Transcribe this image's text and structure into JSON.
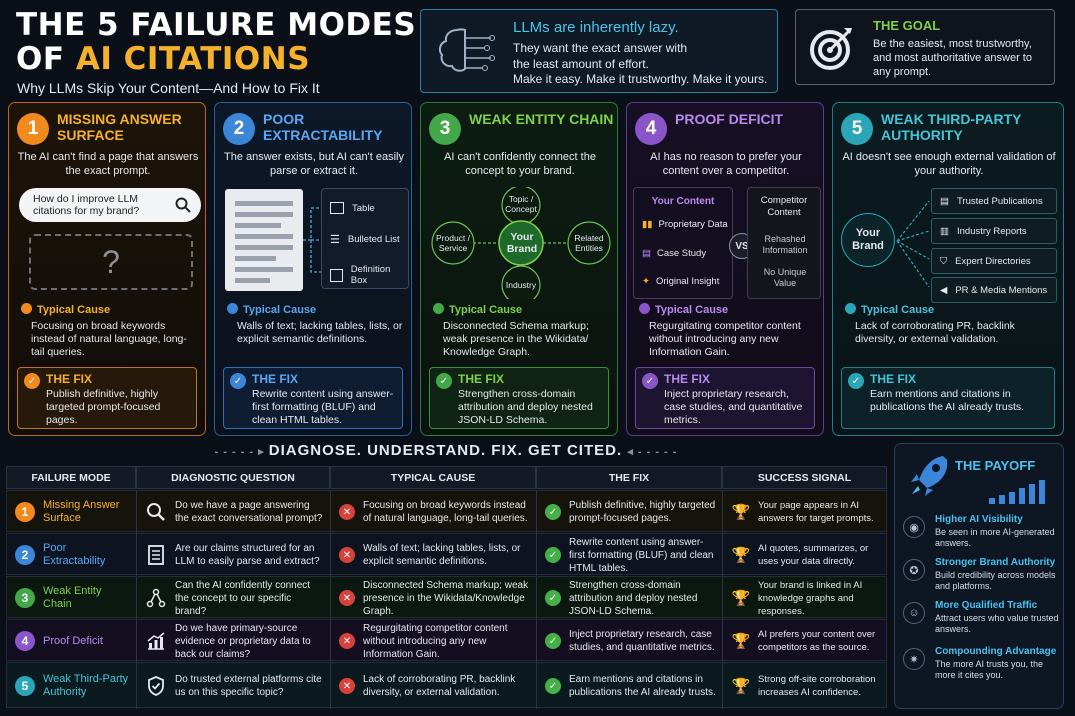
{
  "header": {
    "title_line1": "THE 5 FAILURE MODES",
    "title_line2_prefix": "OF ",
    "title_line2_highlight": "AI CITATIONS",
    "subtitle": "Why LLMs Skip Your Content—And How to Fix It"
  },
  "lazy": {
    "heading": "LLMs are inherently lazy.",
    "line1": "They want the exact answer with",
    "line2": "the least amount of effort.",
    "line3": "Make it easy. Make it trustworthy. Make it yours."
  },
  "goal": {
    "heading": "THE GOAL",
    "text": "Be the easiest, most trustworthy, and most authoritative answer to any prompt."
  },
  "cards": [
    {
      "num": "1",
      "title": "MISSING ANSWER SURFACE",
      "desc": "The AI can't find a page that answers the exact prompt.",
      "search_text": "How do I improve LLM citations for my brand?",
      "placeholder": "?",
      "cause_label": "Typical Cause",
      "cause": "Focusing on broad keywords instead of natural language, long-tail queries.",
      "fix_label": "THE FIX",
      "fix": "Publish definitive, highly targeted prompt-focused pages.",
      "color": "#f08a1c"
    },
    {
      "num": "2",
      "title": "POOR EXTRACTABILITY",
      "desc": "The answer exists, but AI can't easily parse or extract it.",
      "items": [
        "Table",
        "Bulleted List",
        "Definition Box"
      ],
      "cause_label": "Typical Cause",
      "cause": "Walls of text; lacking tables, lists, or explicit semantic definitions.",
      "fix_label": "THE FIX",
      "fix": "Rewrite content using answer-first formatting (BLUF) and clean HTML tables.",
      "color": "#3b86d8"
    },
    {
      "num": "3",
      "title": "WEAK ENTITY CHAIN",
      "desc": "AI can't confidently connect the concept to your brand.",
      "nodes": {
        "center": "Your Brand",
        "top": "Topic / Concept",
        "left": "Product / Service",
        "right": "Related Entities",
        "bottom": "Industry"
      },
      "cause_label": "Typical Cause",
      "cause": "Disconnected Schema markup; weak presence in the Wikidata/ Knowledge Graph.",
      "fix_label": "THE FIX",
      "fix": "Strengthen cross-domain attribution and deploy nested JSON-LD Schema.",
      "color": "#44a84a"
    },
    {
      "num": "4",
      "title": "PROOF DEFICIT",
      "desc": "AI has no reason to prefer your content over a competitor.",
      "your_content": "Your Content",
      "your_items": [
        "Proprietary Data",
        "Case Study",
        "Original Insight"
      ],
      "vs": "VS",
      "competitor_title": "Competitor Content",
      "competitor_items": [
        "Rehashed Information",
        "No Unique Value"
      ],
      "cause_label": "Typical Cause",
      "cause": "Regurgitating competitor content without introducing any new Information Gain.",
      "fix_label": "THE FIX",
      "fix": "Inject proprietary research, case studies, and quantitative metrics.",
      "color": "#8a55c9"
    },
    {
      "num": "5",
      "title": "WEAK THIRD-PARTY AUTHORITY",
      "desc": "AI doesn't see enough external validation of your authority.",
      "brand": "Your Brand",
      "items": [
        "Trusted Publications",
        "Industry Reports",
        "Expert Directories",
        "PR & Media Mentions"
      ],
      "cause_label": "Typical Cause",
      "cause": "Lack of corroborating PR, backlink diversity, or external validation.",
      "fix_label": "THE FIX",
      "fix": "Earn mentions and citations in publications the AI already trusts.",
      "color": "#2aa6b8"
    }
  ],
  "banner": "DIAGNOSE. UNDERSTAND. FIX. GET CITED.",
  "table": {
    "headers": [
      "FAILURE MODE",
      "DIAGNOSTIC QUESTION",
      "TYPICAL CAUSE",
      "THE FIX",
      "SUCCESS SIGNAL"
    ],
    "rows": [
      {
        "num": "1",
        "mode": "Missing Answer Surface",
        "question": "Do we have a page answering the exact conversational prompt?",
        "cause": "Focusing on broad keywords instead of natural language, long-tail queries.",
        "fix": "Publish definitive, highly targeted prompt-focused pages.",
        "signal": "Your page appears in AI answers for target prompts.",
        "color": "#f08a1c"
      },
      {
        "num": "2",
        "mode": "Poor Extractability",
        "question": "Are our claims structured for an LLM to easily parse and extract?",
        "cause": "Walls of text; lacking tables, lists, or explicit semantic definitions.",
        "fix": "Rewrite content using answer-first formatting (BLUF) and clean HTML tables.",
        "signal": "AI quotes, summarizes, or uses your data directly.",
        "color": "#3b86d8"
      },
      {
        "num": "3",
        "mode": "Weak Entity Chain",
        "question": "Can the AI confidently connect the concept to our specific brand?",
        "cause": "Disconnected Schema markup; weak presence in the Wikidata/Knowledge Graph.",
        "fix": "Strengthen cross-domain attribution and deploy nested JSON-LD Schema.",
        "signal": "Your brand is linked in AI knowledge graphs and responses.",
        "color": "#44a84a"
      },
      {
        "num": "4",
        "mode": "Proof Deficit",
        "question": "Do we have primary-source evidence or proprietary data to back our claims?",
        "cause": "Regurgitating competitor content without introducing any new Information Gain.",
        "fix": "Inject proprietary research, case studies, and quantitative metrics.",
        "signal": "AI prefers your content over competitors as the source.",
        "color": "#8a55c9"
      },
      {
        "num": "5",
        "mode": "Weak Third-Party Authority",
        "question": "Do trusted external platforms cite us on this specific topic?",
        "cause": "Lack of corroborating PR, backlink diversity, or external validation.",
        "fix": "Earn mentions and citations in publications the AI already trusts.",
        "signal": "Strong off-site corroboration increases AI confidence.",
        "color": "#2aa6b8"
      }
    ]
  },
  "payoff": {
    "heading": "THE PAYOFF",
    "items": [
      {
        "title": "Higher AI Visibility",
        "desc": "Be seen in more AI-generated answers."
      },
      {
        "title": "Stronger Brand Authority",
        "desc": "Build credibility across models and platforms."
      },
      {
        "title": "More Qualified Traffic",
        "desc": "Attract users who value trusted answers."
      },
      {
        "title": "Compounding Advantage",
        "desc": "The more AI trusts you, the more it cites you."
      }
    ]
  }
}
